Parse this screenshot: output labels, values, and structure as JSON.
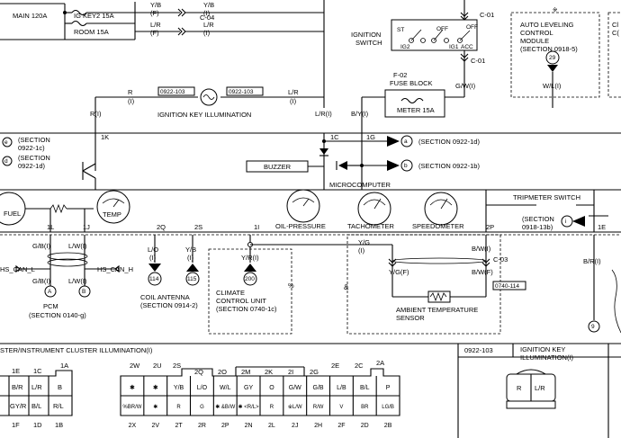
{
  "fuses": {
    "main": "MAIN 120A",
    "ig_key2": "IG KEY2 15A",
    "room": "ROOM 15A",
    "meter": "METER 15A",
    "fuse_block_code": "F-02",
    "fuse_block_label": "FUSE BLOCK"
  },
  "top_wires": {
    "yb_code": "Y/B",
    "yb_state": "(F)",
    "yb_code2": "Y/B",
    "yb_state2": "(I)",
    "lr_code": "L/R",
    "lr_state": "(F)",
    "c04": "C-04",
    "lr_code2": "L/R",
    "lr_state2": "(I)"
  },
  "ignition_switch": {
    "label1": "IGNITION",
    "label2": "SWITCH",
    "st": "ST",
    "off": "OFF",
    "ig2": "IG2",
    "ig1": "IG1",
    "acc": "ACC",
    "off2": "OFF",
    "c01_top": "C-01",
    "c01_bottom": "C-01",
    "gw": "G/W(I)"
  },
  "auto_leveling": {
    "asterisk": "※",
    "line1": "AUTO LEVELING",
    "line2": "CONTROL",
    "line3": "MODULE",
    "line4": "(SECTION 0918-5)",
    "connector": "29",
    "wire": "W/L(I)",
    "edge_c1": "Cl",
    "edge_c2": "C("
  },
  "illumination": {
    "r_code": "R",
    "r_state": "(I)",
    "ref_left": "0922-103",
    "ref_right": "0922-103",
    "label": "IGNITION KEY ILLUMINATION",
    "lr_code": "L/R",
    "lr_state": "(I)",
    "r_i": "R(I)",
    "lr_i": "L/R(I)",
    "by_i": "B/Y(I)"
  },
  "cluster_internal": {
    "pin_1k": "1K",
    "pin_1c": "1C",
    "pin_1g": "1G",
    "sec_e_letter": "e",
    "sec_e_1": "(SECTION",
    "sec_e_2": "0922-1c)",
    "sec_d_letter": "d",
    "sec_d_1": "(SECTION",
    "sec_d_2": "0922-1d)",
    "out_a_letter": "a",
    "out_a": "(SECTION 0922-1d)",
    "out_b_letter": "b",
    "out_b": "(SECTION 0922-1b)",
    "buzzer": "BUZZER",
    "microcomputer": "MICROCOMPUTER"
  },
  "gauges": {
    "fuel": "FUEL",
    "temp": "TEMP",
    "oil": "OIL-PRESSURE",
    "tacho": "TACHOMETER",
    "speedo": "SPEEDOMETER",
    "tripmeter": "TRIPMETER SWITCH",
    "trip_ref_letter": "i",
    "trip_ref1": "(SECTION",
    "trip_ref2": "0918-13b)"
  },
  "pins": {
    "p1l": "1L",
    "p1j": "1J",
    "p2q": "2Q",
    "p2s": "2S",
    "p1i": "1I",
    "p2p": "2P",
    "p1e": "1E"
  },
  "lower_wires": {
    "gb1": "G/B(I)",
    "lw1": "L/W(I)",
    "hs_can_l": "HS_CAN_L",
    "hs_can_h": "HS_CAN_H",
    "gb2": "G/B(I)",
    "lw2": "L/W(I)",
    "conn_a": "A",
    "conn_b": "B",
    "pcm": "PCM",
    "pcm_sec": "(SECTION 0140-g)",
    "lo_code": "L/O",
    "lo_state": "(I)",
    "yb_code": "Y/B",
    "yb_state": "(I)",
    "conn_114": "114",
    "conn_115": "115",
    "coil1": "COIL ANTENNA",
    "coil2": "(SECTION 0914-2)",
    "yr": "Y/R(I)",
    "conn_200": "200",
    "ccu1": "CLIMATE",
    "ccu2": "CONTROL UNIT",
    "ccu3": "(SECTION 0740-1c)",
    "percent": "%",
    "amp": "&",
    "yg_code": "Y/G",
    "yg_state": "(I)",
    "ygf": "Y/G(F)",
    "bwi": "B/W(I)",
    "c03": "C-03",
    "bwf": "B/W(F)",
    "ref_0740": "0740-114",
    "amb1": "AMBIENT TEMPERATURE",
    "amb2": "SENSOR",
    "bri": "B/R(I)",
    "conn_9": "9"
  },
  "bottom": {
    "title": "STER/INSTRUMENT CLUSTER ILLUMINATION(I)",
    "ref_code": "0922-103",
    "ref_title1": "IGNITION KEY",
    "ref_title2": "ILLUMINATION(I)",
    "ref_pin_r": "R",
    "ref_pin_lr": "L/R",
    "conn1_top": [
      "1E",
      "1C"
    ],
    "conn1_1a": "1A",
    "conn1_row1": [
      "",
      "B/R",
      "L/R",
      "B"
    ],
    "conn1_row2": [
      "",
      "GY/R",
      "B/L",
      "R/L"
    ],
    "conn1_bottom": [
      "1F",
      "1D",
      "1B"
    ],
    "conn2_top": [
      "2Q",
      "2O",
      "2M",
      "2K",
      "2I",
      "2G"
    ],
    "conn2_top_left": [
      "2W",
      "2U",
      "2S"
    ],
    "conn2_top_right": [
      "2E",
      "2C",
      "2A"
    ],
    "conn2_row1": [
      "✱",
      "✱",
      "Y/B",
      "L/O",
      "W/L",
      "GY",
      "O",
      "G/W",
      "G/B",
      "L/B",
      "B/L",
      "P"
    ],
    "conn2_row2": [
      "%BR/W",
      "✱",
      "R",
      "G",
      "✱ &B/W",
      "✱ <R/L>",
      "R",
      "※L/W",
      "R/W",
      "V",
      "BR",
      "LG/B"
    ],
    "conn2_bottom": [
      "2X",
      "2V",
      "2T",
      "2R",
      "2P",
      "2N",
      "2L",
      "2J",
      "2H",
      "2F",
      "2D",
      "2B"
    ]
  }
}
